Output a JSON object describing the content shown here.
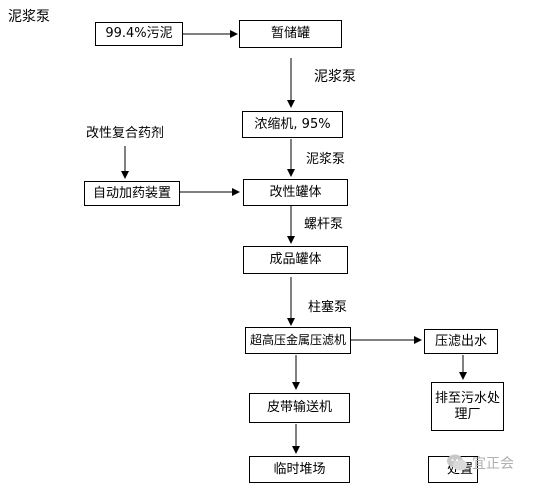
{
  "header_label": "泥浆泵",
  "nodes": {
    "sludge_in": "99.4%污泥",
    "storage_tank": "暂储罐",
    "thickener": "浓缩机, 95%",
    "modifier_tank": "改性罐体",
    "auto_dosing": "自动加药装置",
    "product_tank": "成品罐体",
    "filter_press": "超高压金属压滤机",
    "filtrate": "压滤出水",
    "wastewater_plant": [
      "排至污水处",
      "理厂"
    ],
    "belt_conveyor": "皮带输送机",
    "temp_yard": "临时堆场",
    "disposal_partial": "处置"
  },
  "edge_labels": {
    "pump1": "泥浆泵",
    "reagent": "改性复合药剂",
    "pump2": "泥浆泵",
    "screw_pump": "螺杆泵",
    "piston_pump": "柱塞泵"
  },
  "watermark": {
    "text": "宜正会",
    "icon": "wechat-icon"
  }
}
